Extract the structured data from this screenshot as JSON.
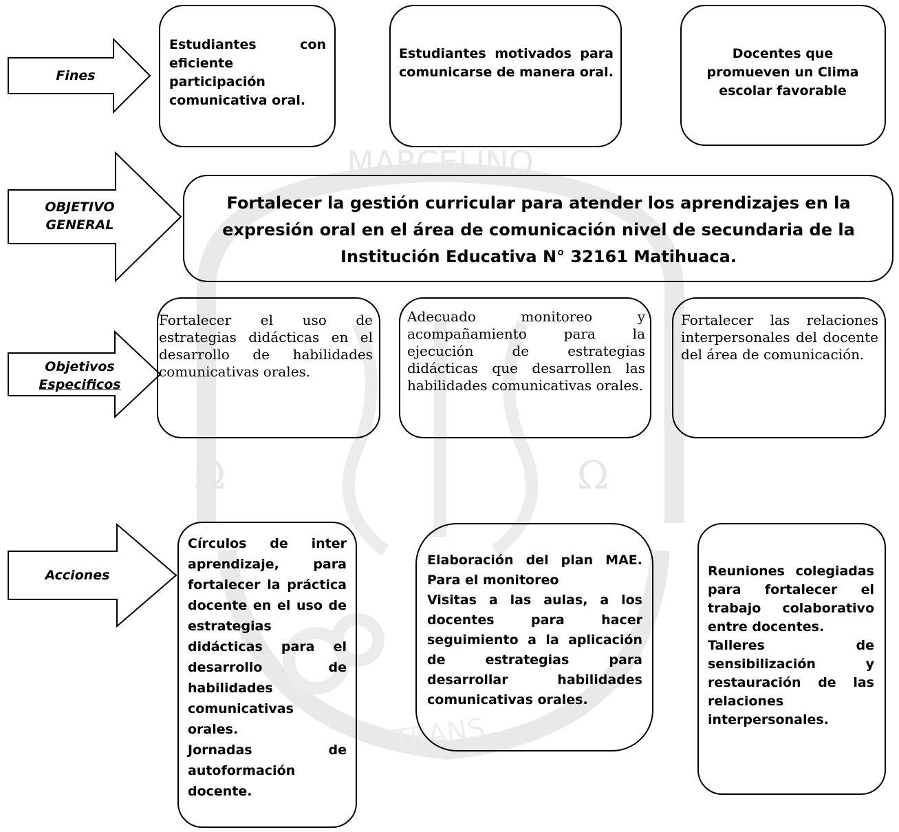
{
  "labels": {
    "fines": "Fines",
    "objetivo_general": [
      "OBJETIVO",
      "GENERAL"
    ],
    "objetivos_especificos": [
      "Objetivos",
      "Especificos"
    ],
    "acciones": "Acciones"
  },
  "fines": [
    "Estudiantes con eficiente participación comunicativa oral.",
    "Estudiantes motivados para comunicarse de manera oral.",
    "Docentes que promueven un Clima escolar favorable"
  ],
  "objetivo_general": "Fortalecer la gestión curricular para atender los aprendizajes en la expresión oral en el área de comunicación nivel de secundaria de la Institución Educativa N° 32161 Matihuaca.",
  "objetivos_especificos": [
    "Fortalecer el uso de estrategias didácticas en el desarrollo de habilidades comunicativas orales.",
    "Adecuado monitoreo y acompañamiento para la ejecución de estrategias didácticas que desarrollen las habilidades comunicativas orales.",
    "Fortalecer las relaciones interpersonales del docente del área de comunicación."
  ],
  "acciones": [
    [
      "Círculos de inter aprendizaje, para fortalecer la práctica docente en el uso de estrategias didácticas para el desarrollo de habilidades comunicativas orales.",
      "Jornadas de autoformación docente."
    ],
    [
      "Elaboración del plan MAE. Para el monitoreo",
      "Visitas a las aulas, a los docentes para hacer seguimiento a la aplicación de estrategias para desarrollar habilidades comunicativas orales."
    ],
    [
      "Reuniones colegiadas para fortalecer el trabajo colaborativo entre docentes.",
      "Talleres de sensibilización y restauración de las relaciones interpersonales."
    ]
  ],
  "watermark": {
    "top_text": "MARCELINO",
    "bottom_text": "TRANS",
    "glyph": "Ω",
    "color": "#e6e6e6"
  }
}
